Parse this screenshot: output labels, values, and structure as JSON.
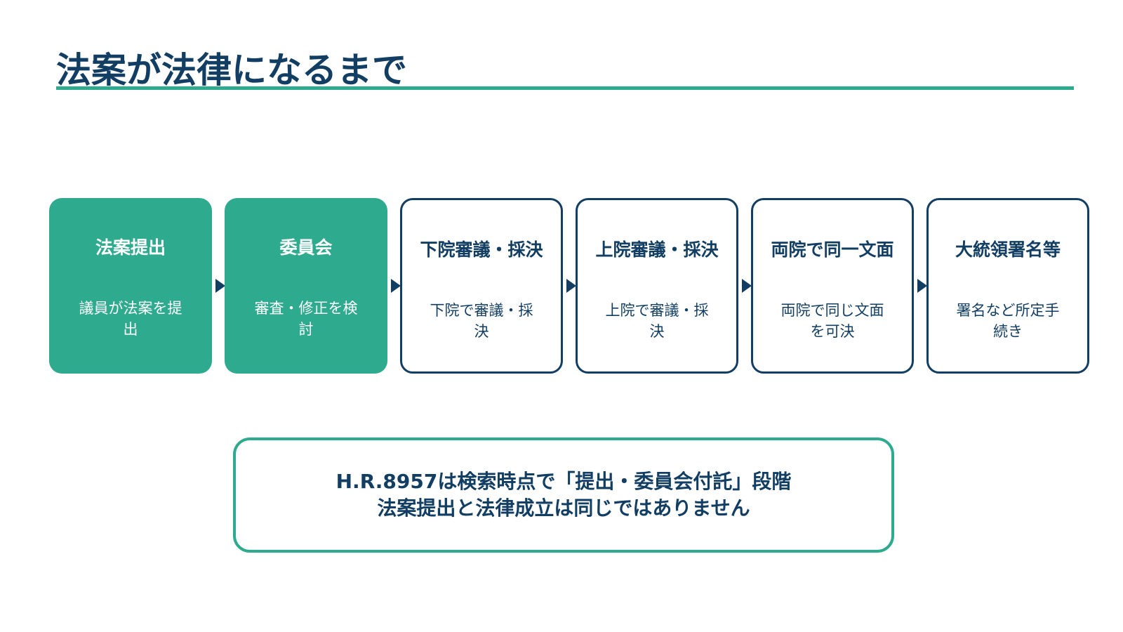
{
  "title": "法案が法律になるまで",
  "colors": {
    "navy": "#123e63",
    "teal": "#2eaa8e",
    "background": "#ffffff"
  },
  "steps": [
    {
      "title": "法案提出",
      "description": "議員が法案を提出",
      "state": "active"
    },
    {
      "title": "委員会",
      "description": "審査・修正を検討",
      "state": "active"
    },
    {
      "title": "下院審議・採決",
      "description": "下院で審議・採決",
      "state": "pending"
    },
    {
      "title": "上院審議・採決",
      "description": "上院で審議・採決",
      "state": "pending"
    },
    {
      "title": "両院で同一文面",
      "description": "両院で同じ文面を可決",
      "state": "pending"
    },
    {
      "title": "大統領署名等",
      "description": "署名など所定手続き",
      "state": "pending"
    }
  ],
  "note": {
    "line1": "H.R.8957は検索時点で「提出・委員会付託」段階",
    "line2": "法案提出と法律成立は同じではありません"
  }
}
